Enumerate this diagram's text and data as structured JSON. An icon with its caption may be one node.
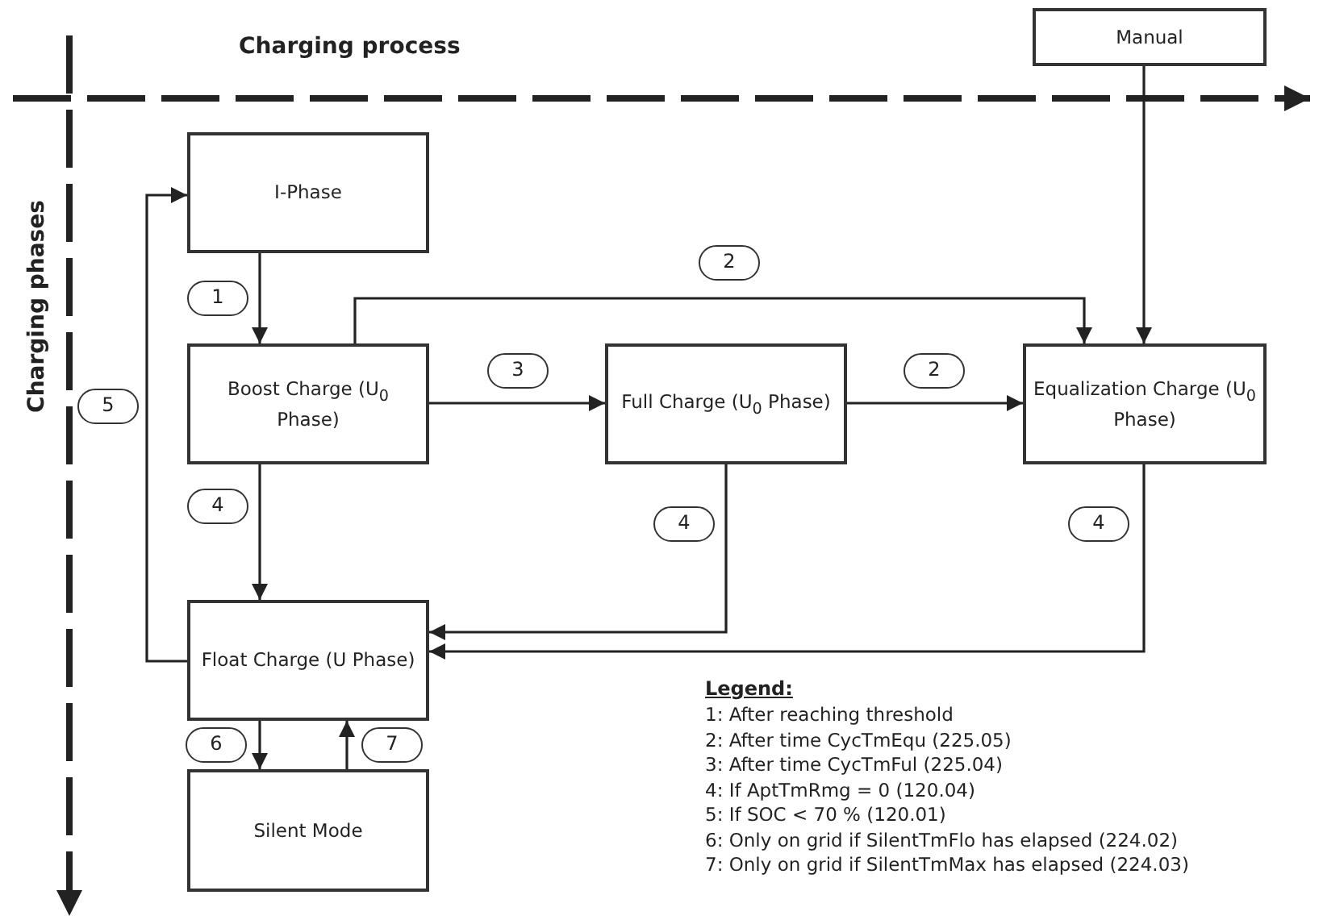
{
  "diagram": {
    "nodes": [
      {
        "text": [
          "Manual"
        ]
      },
      {
        "text": [
          "I-Phase"
        ]
      },
      {
        "text": [
          "Boost Charge (U$_{0}$ Phase)"
        ]
      },
      {
        "text": [
          "Full Charge (U$_{0}$ Phase)"
        ]
      },
      {
        "text": [
          "Equalization Charge (U$_{0}$ Phase)"
        ]
      },
      {
        "text": [
          "Float Charge (U Phase)"
        ]
      },
      {
        "text": [
          "Silent Mode"
        ]
      }
    ],
    "edges": [
      {
        "from": 1,
        "to": 2,
        "arrow": "to",
        "label": "1"
      },
      {
        "from": 2,
        "to": 4,
        "arrow": "to",
        "label": "2"
      },
      {
        "from": 2,
        "to": 3,
        "arrow": "to",
        "label": "3"
      },
      {
        "from": 3,
        "to": 4,
        "arrow": "to",
        "label": "2"
      },
      {
        "from": 2,
        "to": 5,
        "arrow": "to",
        "label": "4"
      },
      {
        "from": 3,
        "to": 5,
        "arrow": "to",
        "label": "4"
      },
      {
        "from": 4,
        "to": 5,
        "arrow": "to",
        "label": "4"
      },
      {
        "from": 5,
        "to": 1,
        "arrow": "to",
        "label": "5"
      },
      {
        "from": 5,
        "to": 6,
        "arrow": "to",
        "label": "6"
      },
      {
        "from": 6,
        "to": 5,
        "arrow": "to",
        "label": "7"
      },
      {
        "from": 0,
        "to": 4,
        "arrow": "to"
      }
    ],
    "labels": [
      "Charging process",
      "Charging phases",
      "Legend:",
      "1: After reaching threshold",
      "2: After time CycTmEqu (225.05)",
      "3: After time CycTmFul (225.04)",
      "4: If AptTmRmg = 0 (120.04)",
      "5: If SOC < 70 % (120.01)",
      "6: Only on grid if SilentTmFlo has elapsed (224.02)",
      "7: Only on grid if SilentTmMax has elapsed (224.03)"
    ]
  }
}
